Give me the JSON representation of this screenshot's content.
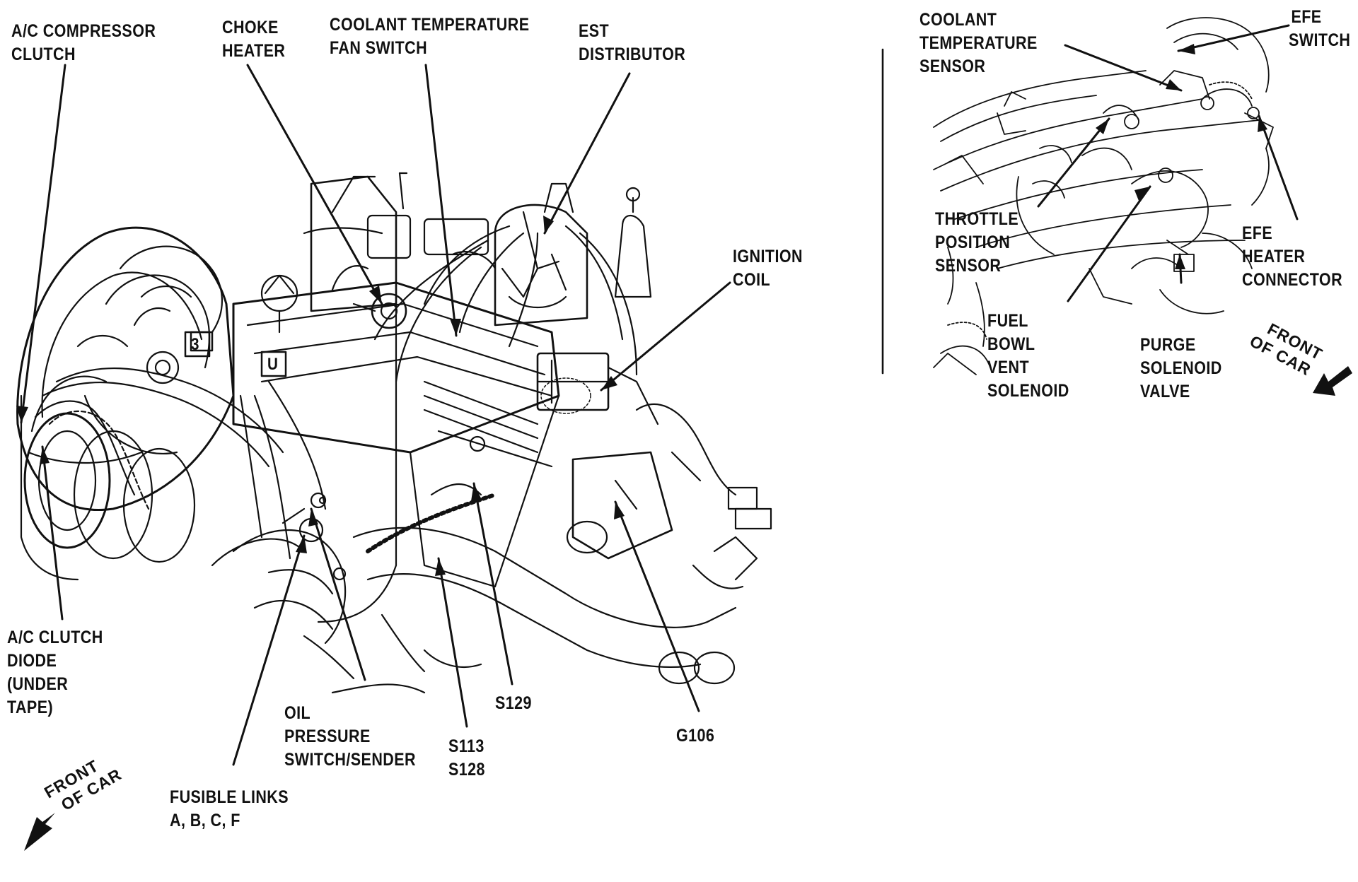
{
  "colors": {
    "ink": "#111111",
    "paper": "#ffffff"
  },
  "main_view": {
    "labels": {
      "ac_compressor_clutch": [
        "A/C COMPRESSOR",
        "CLUTCH"
      ],
      "choke_heater": [
        "CHOKE",
        "HEATER"
      ],
      "coolant_temperature_fan_switch": [
        "COOLANT TEMPERATURE",
        "FAN SWITCH"
      ],
      "est_distributor": [
        "EST",
        "DISTRIBUTOR"
      ],
      "ignition_coil": [
        "IGNITION",
        "COIL"
      ],
      "ac_clutch_diode": [
        "A/C CLUTCH",
        "DIODE",
        "(UNDER",
        "TAPE)"
      ],
      "oil_pressure_switch": [
        "OIL",
        "PRESSURE",
        "SWITCH/SENDER"
      ],
      "s129": [
        "S129"
      ],
      "s113_s128": [
        "S113",
        "S128"
      ],
      "g106": [
        "G106"
      ],
      "fusible_links": [
        "FUSIBLE LINKS",
        "A, B, C, F"
      ]
    },
    "front_of_car": [
      "FRONT",
      "OF CAR"
    ],
    "engine_tags": {
      "tag_3": "3",
      "tag_u": "U"
    }
  },
  "inset_view": {
    "labels": {
      "coolant_temperature_sensor": [
        "COOLANT",
        "TEMPERATURE",
        "SENSOR"
      ],
      "efe_switch": [
        "EFE",
        "SWITCH"
      ],
      "throttle_position_sensor": [
        "THROTTLE",
        "POSITION",
        "SENSOR"
      ],
      "efe_heater_connector": [
        "EFE",
        "HEATER",
        "CONNECTOR"
      ],
      "fuel_bowl_vent_solenoid": [
        "FUEL",
        "BOWL",
        "VENT",
        "SOLENOID"
      ],
      "purge_solenoid_valve": [
        "PURGE",
        "SOLENOID",
        "VALVE"
      ]
    },
    "front_of_car": [
      "FRONT",
      "OF CAR"
    ]
  }
}
